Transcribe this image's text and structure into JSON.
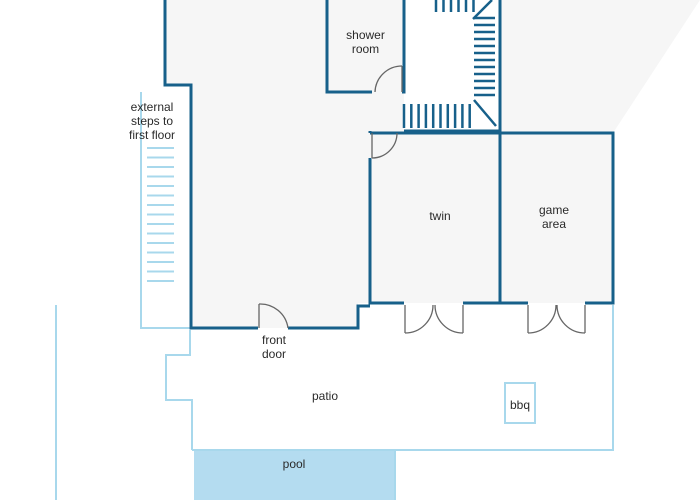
{
  "rooms": {
    "shower": "shower\nroom",
    "external_steps": "external\nsteps to\nfirst floor",
    "twin": "twin",
    "game_area": "game\narea",
    "front_door": "front\ndoor",
    "patio": "patio",
    "bbq": "bbq",
    "pool": "pool"
  },
  "colors": {
    "wall": "#17608a",
    "light_wall": "#a8d8ec",
    "floor": "#f6f6f6",
    "pool": "#b4dcf0",
    "text": "#2a2a2a"
  }
}
